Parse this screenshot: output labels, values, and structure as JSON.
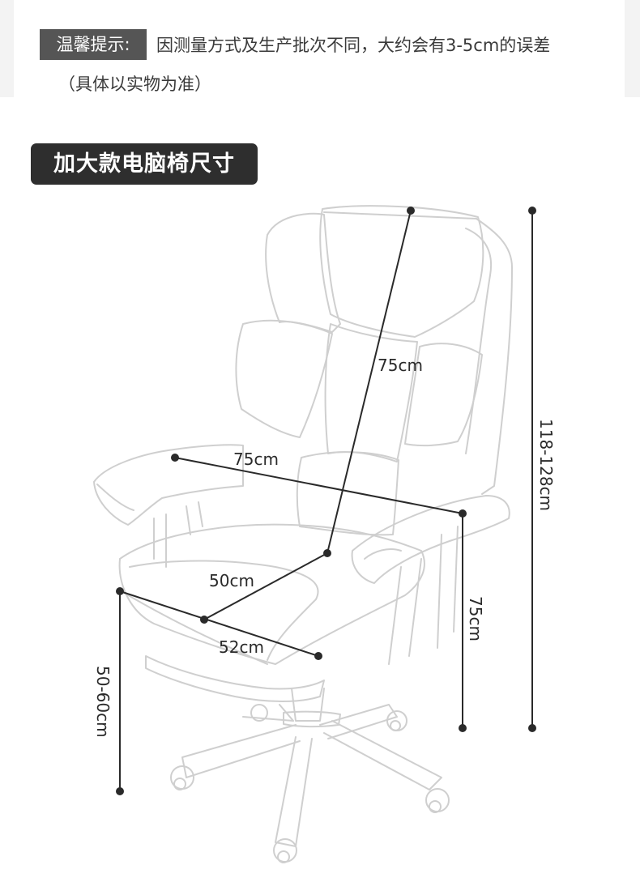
{
  "notice": {
    "label": "温馨提示:",
    "text": "因测量方式及生产批次不同，大约会有3-5cm的误差",
    "subtext": "（具体以实物为准）"
  },
  "title": "加大款电脑椅尺寸",
  "dimensions": {
    "backrest_height": "75cm",
    "armrest_width": "75cm",
    "seat_depth": "50cm",
    "seat_width": "52cm",
    "seat_height": "50-60cm",
    "armrest_height": "75cm",
    "total_height": "118-128cm"
  }
}
